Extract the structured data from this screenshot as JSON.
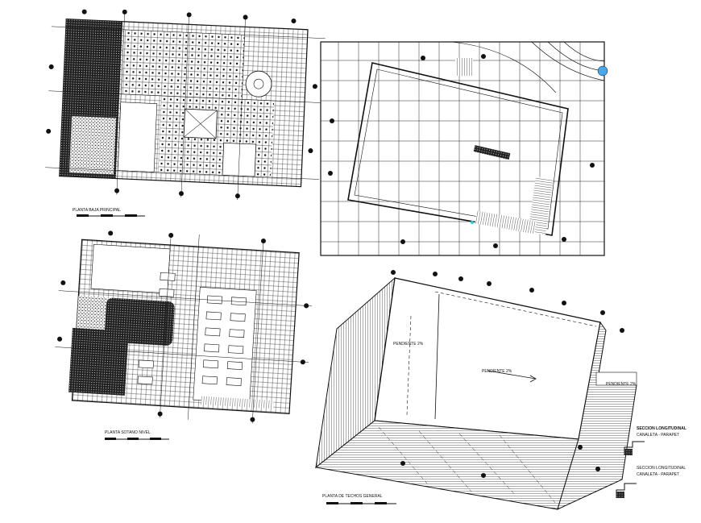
{
  "drawing": {
    "plan_ground_floor": {
      "title": "PLANTA BAJA PRINCIPAL"
    },
    "plan_site": {
      "title": ""
    },
    "plan_basement": {
      "title": "PLANTA SOTANO NIVEL"
    },
    "plan_roof": {
      "title": "PLANTA DE TECHOS GENERAL",
      "slope_labels": [
        "PENDIENTE 2%",
        "PENDIENTE 2%",
        "PENDIENTE 2%"
      ]
    },
    "section_detail_1": {
      "title": "SECCION LONGITUDINAL",
      "subtitle": "CANALETA - PARAPET"
    },
    "section_detail_2": {
      "title": "SECCION LONGITUDINAL",
      "subtitle": "CANALETA - PARAPET"
    }
  },
  "colors": {
    "ink": "#111111",
    "accent_cyan": "#39c6e0",
    "accent_blue": "#4aa6e8",
    "accent_orange": "#e07a2a"
  }
}
